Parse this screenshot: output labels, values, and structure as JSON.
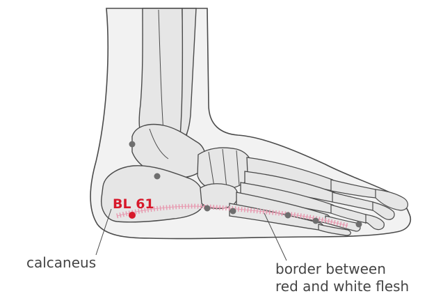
{
  "diagram": {
    "point": {
      "code": "BL 61",
      "color": "#d7192b"
    },
    "labels": {
      "calcaneus": "calcaneus",
      "border_line1": "border between",
      "border_line2": "red and white flesh"
    },
    "colors": {
      "bone_fill": "#e6e6e6",
      "skin_fill": "#efefef",
      "outline": "#444444",
      "border_hatch": "#e79ab0",
      "marker": "#6e6e6e"
    }
  }
}
